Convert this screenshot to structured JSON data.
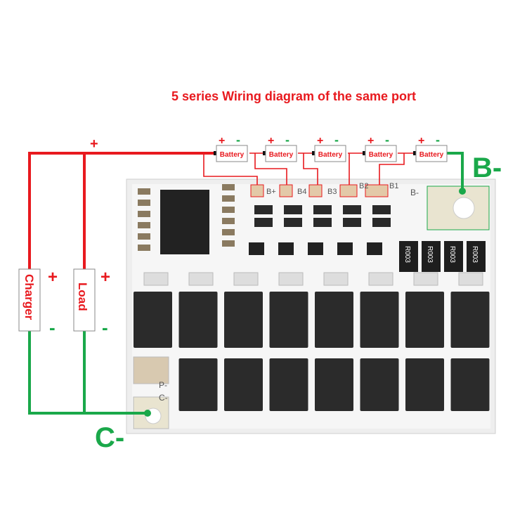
{
  "title": "5 series Wiring diagram of the same port",
  "batteries": [
    "Battery",
    "Battery",
    "Battery",
    "Battery",
    "Battery"
  ],
  "plus": "+",
  "minus": "-",
  "charger_label": "Charger",
  "load_label": "Load",
  "b_minus_label": "B-",
  "c_minus_label": "C-",
  "pads": {
    "bplus": "B+",
    "b4": "B4",
    "b3": "B3",
    "b2": "B2",
    "b1": "B1",
    "bminus": "B-",
    "pminus": "P-",
    "cminus": "C-"
  },
  "resistor_marking": "R003",
  "colors": {
    "red": "#e8191e",
    "green": "#1aa84a",
    "board": "#f2f2f2"
  }
}
